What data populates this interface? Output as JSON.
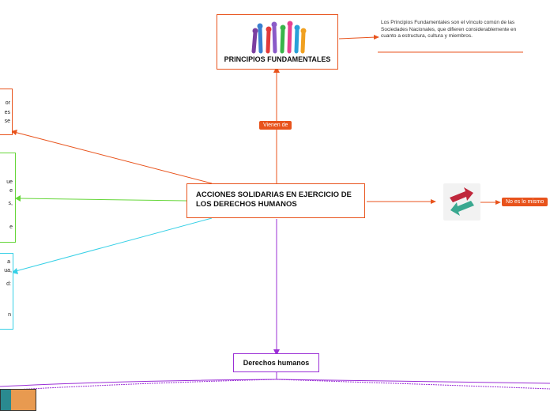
{
  "central": {
    "title": "ACCIONES SOLIDARIAS EN  EJERCICIO DE LOS DERECHOS HUMANOS"
  },
  "principios": {
    "title": "PRINCIPIOS FUNDAMENTALES"
  },
  "principios_note": {
    "text": "Los Principios Fundamentales son el vínculo común de las Sociedades Nacionales, que difieren considerablemente en cuanto a estructura, cultura y miembros."
  },
  "tags": {
    "vienen_de": "Vienen de",
    "no_es_lo_mismo": "No es lo mismo"
  },
  "derechos": {
    "title": "Derechos humanos"
  },
  "left_fragments": {
    "orange": [
      "or",
      "es",
      "se"
    ],
    "green": [
      "ue",
      "e",
      "s,",
      "e"
    ],
    "cyan": [
      "a",
      "ua,",
      "d:",
      "n"
    ]
  },
  "colors": {
    "orange": "#e8531c",
    "green": "#66d63a",
    "cyan": "#36d0e6",
    "purple": "#9b2fd6",
    "tag": "#e8531c"
  },
  "icons": {
    "hands": "raised-hands-image",
    "arrows": "red-green-arrows-icon"
  }
}
